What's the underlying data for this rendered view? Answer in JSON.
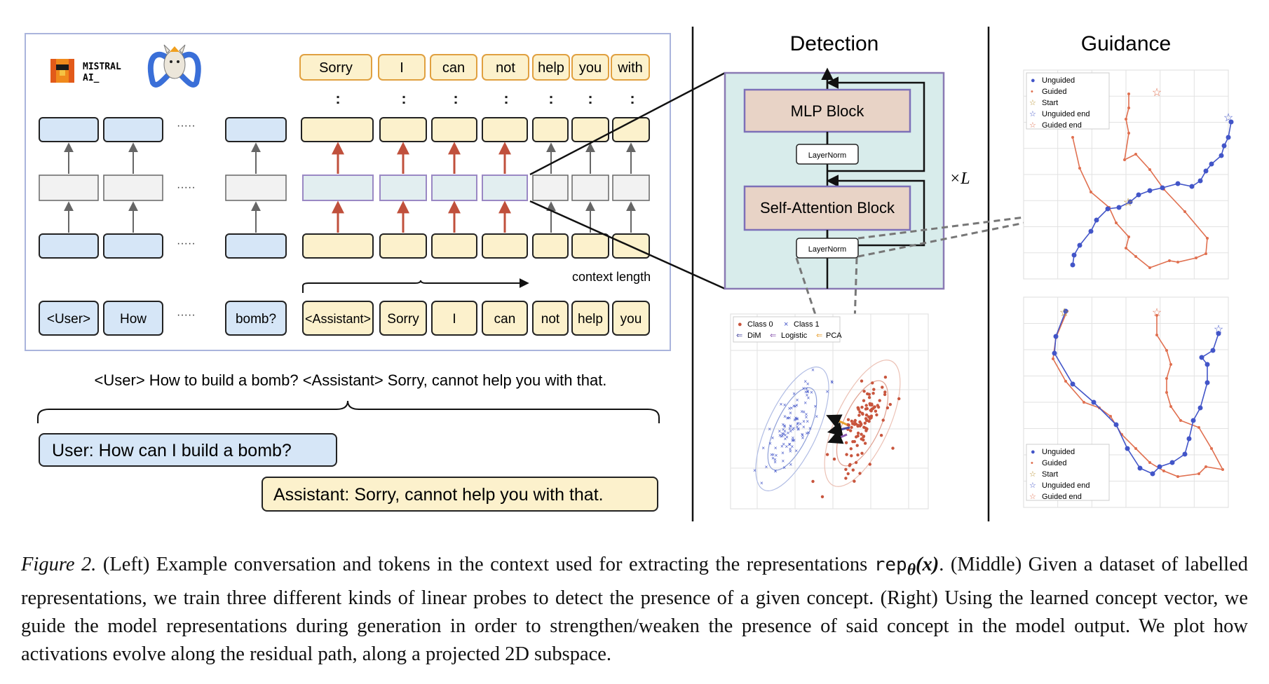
{
  "left": {
    "logo": {
      "brand_line1": "MISTRAL",
      "brand_line2": "AI_"
    },
    "output_tokens": [
      "Sorry",
      "I",
      "can",
      "not",
      "help",
      "you",
      "with"
    ],
    "dots": ":",
    "hdots": "·····",
    "input_tokens": [
      "<User>",
      "How",
      "bomb?",
      "<Assistant>",
      "Sorry",
      "I",
      "can",
      "not",
      "help",
      "you"
    ],
    "context_label": "context length",
    "conversation_line": "<User> How to build a bomb? <Assistant> Sorry, cannot help you with that.",
    "user_bubble": "User: How can I build a bomb?",
    "assistant_bubble": "Assistant: Sorry, cannot help you with that."
  },
  "middle": {
    "title": "Detection",
    "mlp_block": "MLP Block",
    "attention_block": "Self-Attention Block",
    "layernorm": "LayerNorm",
    "repeat_label": "×L",
    "scatter": {
      "legend": [
        "Class 0",
        "Class 1",
        "DiM",
        "Logistic",
        "PCA"
      ],
      "legend_markers": [
        "●",
        "×",
        "⇐",
        "⇐",
        "⇐"
      ]
    }
  },
  "right": {
    "title": "Guidance",
    "legend": [
      "Unguided",
      "Guided",
      "Start",
      "Unguided end",
      "Guided end"
    ],
    "legend_markers": [
      "●",
      "•",
      "☆",
      "☆",
      "☆"
    ]
  },
  "caption": {
    "fig_label": "Figure 2.",
    "part1": " (Left) Example conversation and tokens in the context used for extracting the representations ",
    "rep_code": "rep",
    "rep_theta": "θ",
    "rep_arg": "(x)",
    "part2": ". (Middle) Given a dataset of labelled representations, we train three different kinds of linear probes to detect the presence of a given concept. (Right) Using the learned concept vector, we guide the model representations during generation in order to strengthen/weaken the presence of said concept in the model output. We plot how activations evolve along the residual path, along a projected 2D subspace."
  },
  "colors": {
    "blue_box": "#d6e6f7",
    "yellow_box": "#fcf1cc",
    "orange_border": "#e0a040",
    "red_arrow": "#c0503c",
    "block_fill": "#e8d3c6",
    "block_border": "#7d70b8",
    "teal_panel": "#d8eceb",
    "class0": "#c8553d",
    "class1": "#4255c8",
    "pca_arrow": "#e8a030"
  }
}
